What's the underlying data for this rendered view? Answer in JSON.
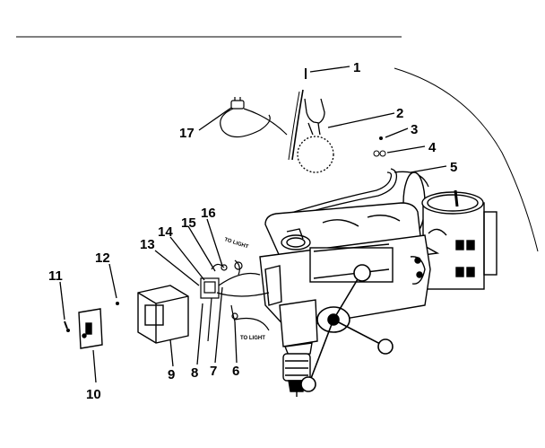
{
  "diagram": {
    "callouts": [
      {
        "id": "c1",
        "label": "1"
      },
      {
        "id": "c2",
        "label": "2"
      },
      {
        "id": "c3",
        "label": "3"
      },
      {
        "id": "c4",
        "label": "4"
      },
      {
        "id": "c5",
        "label": "5"
      },
      {
        "id": "c6",
        "label": "6"
      },
      {
        "id": "c7",
        "label": "7"
      },
      {
        "id": "c8",
        "label": "8"
      },
      {
        "id": "c9",
        "label": "9"
      },
      {
        "id": "c10",
        "label": "10"
      },
      {
        "id": "c11",
        "label": "11"
      },
      {
        "id": "c12",
        "label": "12"
      },
      {
        "id": "c13",
        "label": "13"
      },
      {
        "id": "c14",
        "label": "14"
      },
      {
        "id": "c15",
        "label": "15"
      },
      {
        "id": "c16",
        "label": "16"
      },
      {
        "id": "c17",
        "label": "17"
      }
    ],
    "wire_labels": {
      "to_light_upper": "TO LIGHT",
      "to_light_lower": "TO LIGHT"
    }
  }
}
